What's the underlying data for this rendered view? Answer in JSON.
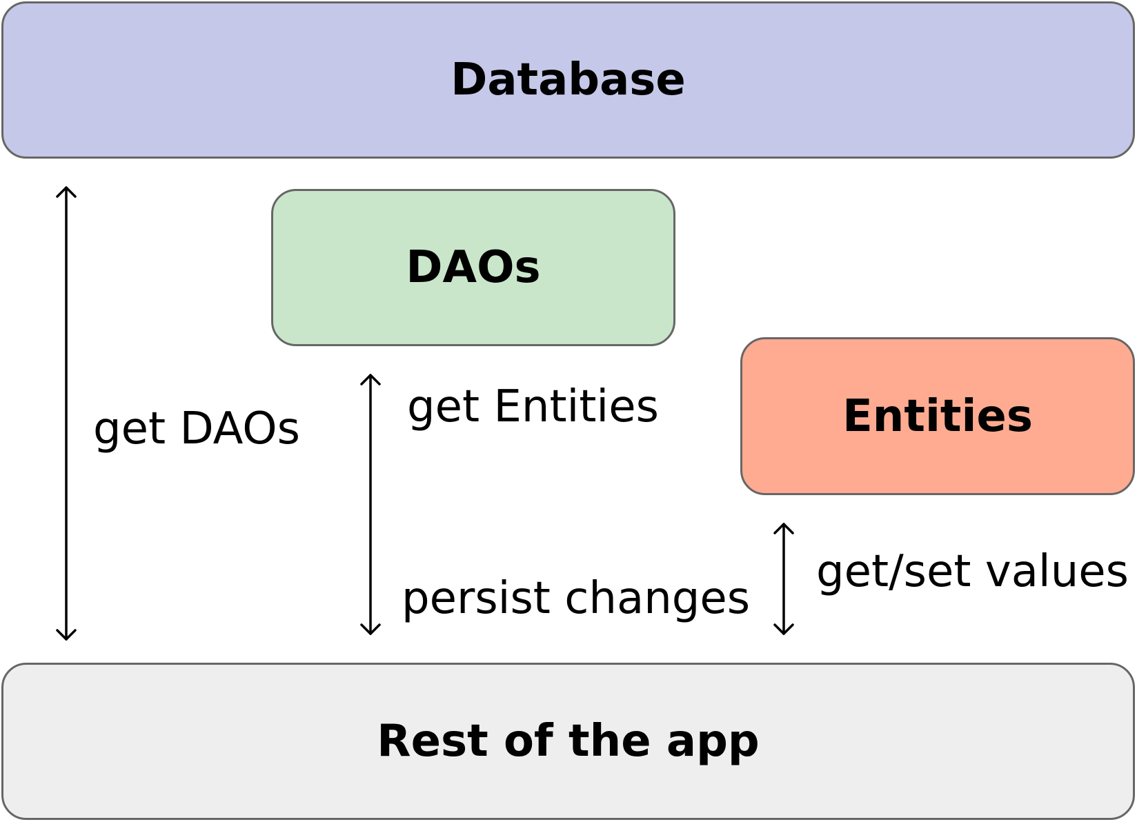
{
  "nodes": {
    "database": "Database",
    "daos": "DAOs",
    "entities": "Entities",
    "rest_of_app": "Rest of the app"
  },
  "edges": {
    "get_daos": "get DAOs",
    "get_entities": "get Entities",
    "persist_changes": "persist changes",
    "get_set_values": "get/set values"
  },
  "colors": {
    "database_fill": "#c5c8e8",
    "daos_fill": "#c9e6cb",
    "entities_fill": "#ffab91",
    "rest_fill": "#eeeeee",
    "border": "#666666"
  }
}
